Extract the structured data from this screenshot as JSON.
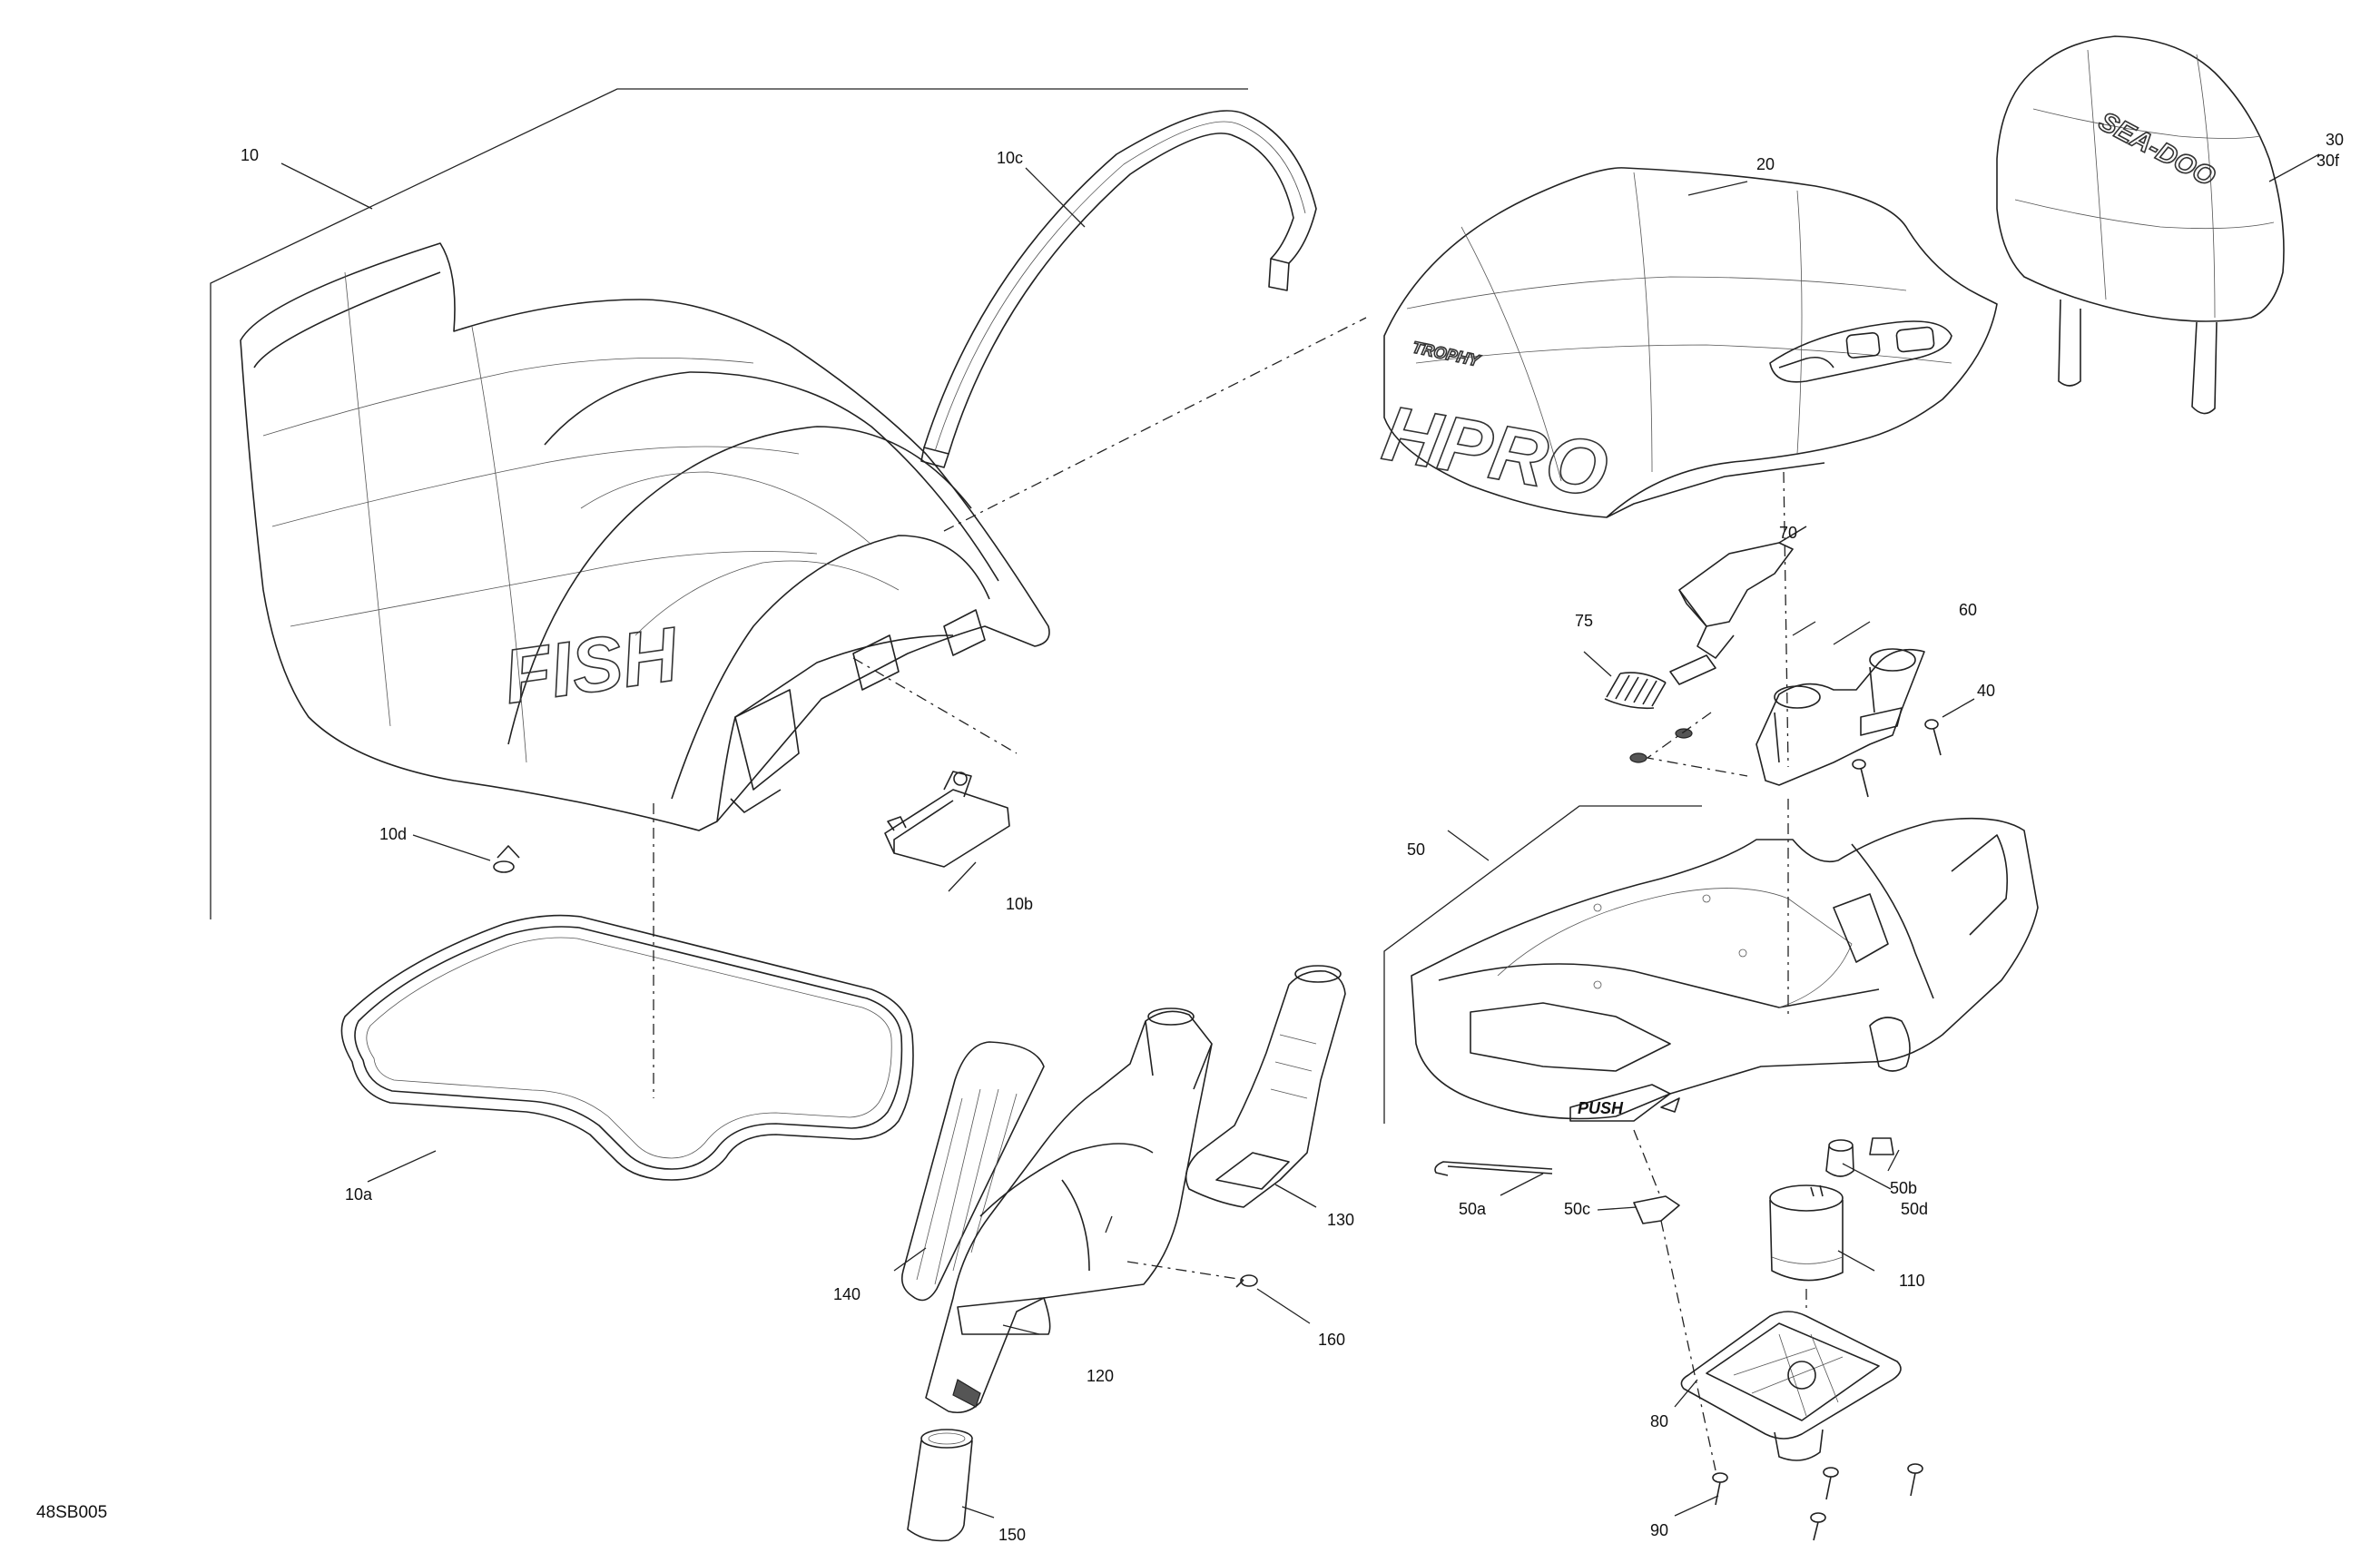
{
  "diagram": {
    "reference_code": "48SB005",
    "callouts": {
      "c10": "10",
      "c10a": "10a",
      "c10b": "10b",
      "c10c": "10c",
      "c10d": "10d",
      "c20": "20",
      "c30": "30",
      "c30f": "30f",
      "c40": "40",
      "c50": "50",
      "c50a": "50a",
      "c50b": "50b",
      "c50c": "50c",
      "c50d": "50d",
      "c60": "60",
      "c70": "70",
      "c75": "75",
      "c80": "80",
      "c90": "90",
      "c110": "110",
      "c120": "120",
      "c130": "130",
      "c140": "140",
      "c150": "150",
      "c160": "160"
    },
    "artwork_text": {
      "fish": "FISH",
      "hpro": "HPRO",
      "trophy": "TROPHY",
      "seadoo": "SEA-DOO",
      "push": "PUSH"
    }
  }
}
